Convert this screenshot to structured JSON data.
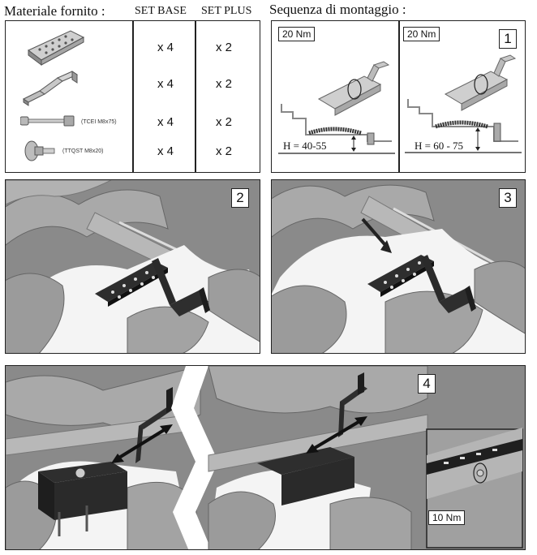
{
  "headers": {
    "materials_title": "Materiale fornito :",
    "set_base": "SET BASE",
    "set_plus": "SET PLUS",
    "sequence_title": "Sequenza di montaggio :"
  },
  "materials": [
    {
      "label": "",
      "base": "x 4",
      "plus": "x 2"
    },
    {
      "label": "",
      "base": "x 4",
      "plus": "x 2"
    },
    {
      "label": "(TCEI M8x75)",
      "base": "x 4",
      "plus": "x 2"
    },
    {
      "label": "(TTQST M8x20)",
      "base": "x 4",
      "plus": "x 2"
    }
  ],
  "step1": {
    "left_torque": "20 Nm",
    "right_torque": "20 Nm",
    "number": "1",
    "left_height": "H = 40-55",
    "right_height": "H = 60 - 75"
  },
  "step2": {
    "number": "2"
  },
  "step3": {
    "number": "3"
  },
  "step4": {
    "number": "4",
    "torque": "10 Nm"
  },
  "colors": {
    "tile": "#9a9a9a",
    "tile_dark": "#6e6e6e",
    "hook": "#2a2a2a",
    "border": "#222222"
  }
}
